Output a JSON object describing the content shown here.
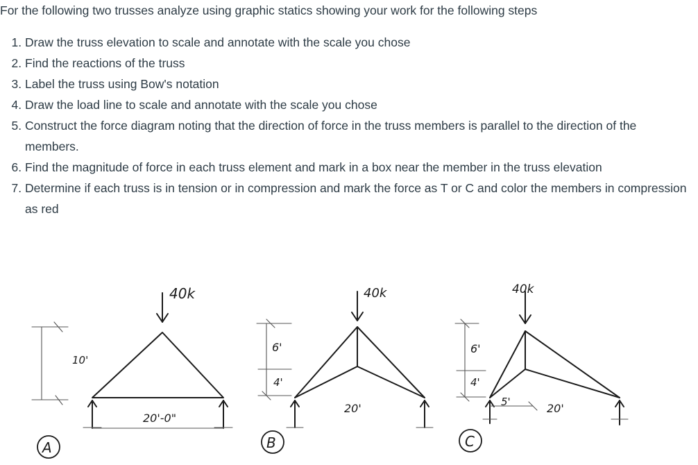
{
  "instructions": {
    "intro": "For the following two trusses analyze using graphic statics showing your work for the following steps",
    "steps": [
      "Draw the truss elevation to scale and annotate with the scale you chose",
      "Find the reactions of the truss",
      "Label the truss using Bow's notation",
      "Draw the load line to scale and annotate with the scale you chose",
      "Construct the force diagram noting that the direction of force in the truss members is parallel to the direction of the members.",
      "Find the magnitude of force in each truss element and mark in a box near the member in the truss elevation",
      "Determine if each truss is in tension or in compression and mark the force as T or C and color the members in compression as red"
    ]
  },
  "sketch": {
    "truss_a": {
      "label": "A",
      "load": "40k",
      "height": "10'",
      "span": "20'-0\""
    },
    "truss_b": {
      "label": "B",
      "load": "40k",
      "top_height": "6'",
      "bottom_height": "4'",
      "span": "20'"
    },
    "truss_c": {
      "label": "C",
      "load": "40k",
      "top_height": "6'",
      "bottom_height": "4'",
      "offset": "5'",
      "span": "20'"
    }
  }
}
